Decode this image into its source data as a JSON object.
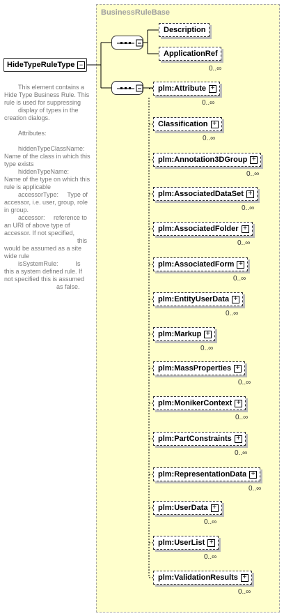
{
  "base_title": "BusinessRuleBase",
  "root": {
    "label": "HideTypeRuleType",
    "expander": "−"
  },
  "documentation": "        This element contains a Hide Type Business Rule. This rule is used for suppressing\n        display of types in the creation dialogs.\n\n        Attributes:\n\n        hiddenTypeClassName:     Name of the class in which this type exists\n        hiddenTypeName:     Name of the type on which this rule is applicable\n        accessorType:     Type of accessor, i.e. user, group, role in group.\n        accessor:     reference to an URI of above type of accessor. If not specified,\n                                          this would be assumed as a site wide rule\n        isSystemRule:          Is this a system defined rule. If not specified this is assumed\n                              as false.",
  "base_elements": [
    {
      "label": "Description",
      "card": ""
    },
    {
      "label": "ApplicationRef",
      "card": "0..∞"
    }
  ],
  "elements": [
    {
      "label": "plm:Attribute",
      "card": "0..∞"
    },
    {
      "label": "Classification",
      "card": "0..∞"
    },
    {
      "label": "plm:Annotation3DGroup",
      "card": "0..∞"
    },
    {
      "label": "plm:AssociatedDataSet",
      "card": "0..∞"
    },
    {
      "label": "plm:AssociatedFolder",
      "card": "0..∞"
    },
    {
      "label": "plm:AssociatedForm",
      "card": "0..∞"
    },
    {
      "label": "plm:EntityUserData",
      "card": "0..∞"
    },
    {
      "label": "plm:Markup",
      "card": "0..∞"
    },
    {
      "label": "plm:MassProperties",
      "card": "0..∞"
    },
    {
      "label": "plm:MonikerContext",
      "card": "0..∞"
    },
    {
      "label": "plm:PartConstraints",
      "card": "0..∞"
    },
    {
      "label": "plm:RepresentationData",
      "card": "0..∞"
    },
    {
      "label": "plm:UserData",
      "card": "0..∞"
    },
    {
      "label": "plm:UserList",
      "card": "0..∞"
    },
    {
      "label": "plm:ValidationResults",
      "card": "0..∞"
    }
  ],
  "expander_symbol": "+"
}
